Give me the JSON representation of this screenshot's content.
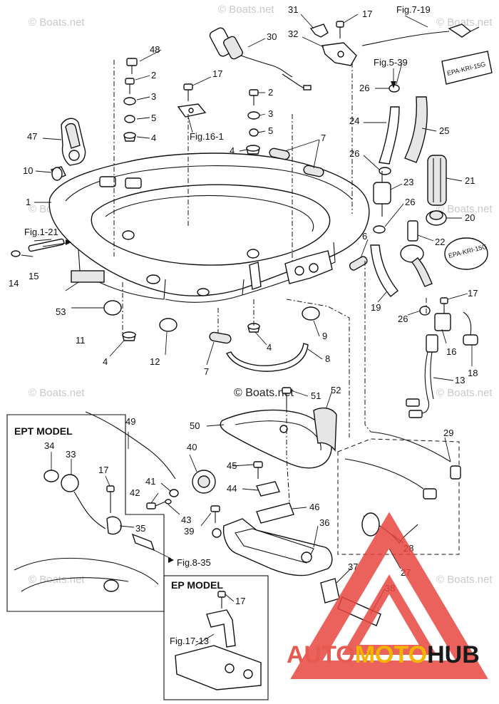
{
  "part_numbers": {
    "p1": "1",
    "p2a": "2",
    "p2b": "2",
    "p3a": "3",
    "p3b": "3",
    "p4a": "4",
    "p4b": "4",
    "p4c": "4",
    "p4d": "4",
    "p5a": "5",
    "p5b": "5",
    "p6": "6",
    "p7a": "7",
    "p7b": "7",
    "p8": "8",
    "p9": "9",
    "p10": "10",
    "p11": "11",
    "p12": "12",
    "p13": "13",
    "p14": "14",
    "p15": "15",
    "p16": "16",
    "p17a": "17",
    "p17b": "17",
    "p17c": "17",
    "p17d": "17",
    "p17e": "17",
    "p18": "18",
    "p19": "19",
    "p20": "20",
    "p21": "21",
    "p22": "22",
    "p23": "23",
    "p24": "24",
    "p25": "25",
    "p26a": "26",
    "p26b": "26",
    "p26c": "26",
    "p26d": "26",
    "p27": "27",
    "p28": "28",
    "p29": "29",
    "p30": "30",
    "p31": "31",
    "p32": "32",
    "p33": "33",
    "p34": "34",
    "p35": "35",
    "p36": "36",
    "p37": "37",
    "p38": "38",
    "p39": "39",
    "p40": "40",
    "p41": "41",
    "p42": "42",
    "p43": "43",
    "p44": "44",
    "p45": "45",
    "p46": "46",
    "p47": "47",
    "p48": "48",
    "p49": "49",
    "p50": "50",
    "p51": "51",
    "p52": "52",
    "p53": "53"
  },
  "figure_refs": {
    "fig_7_19": "Fig.7-19",
    "fig_5_39": "Fig.5-39",
    "fig_16_1": "Fig.16-1",
    "fig_1_21": "Fig.1-21",
    "fig_8_35": "Fig.8-35",
    "fig_17_13": "Fig.17-13"
  },
  "panels": {
    "ept_title": "EPT MODEL",
    "ep_title": "EP MODEL"
  },
  "tags": {
    "epa_top": "EPA-KRI-15G",
    "epa_mid": "EPA-KRI-15G"
  },
  "watermarks": {
    "wm_text": "© Boats.net",
    "center_text": "© Boats.net"
  },
  "logo": {
    "part_a": "AUTO",
    "part_b": "MOTO",
    "part_c": "HUB",
    "color_a": "#e85a4f",
    "color_b": "#f5b400",
    "color_c": "#1a1a1a",
    "triangle_color": "#e8473f"
  }
}
